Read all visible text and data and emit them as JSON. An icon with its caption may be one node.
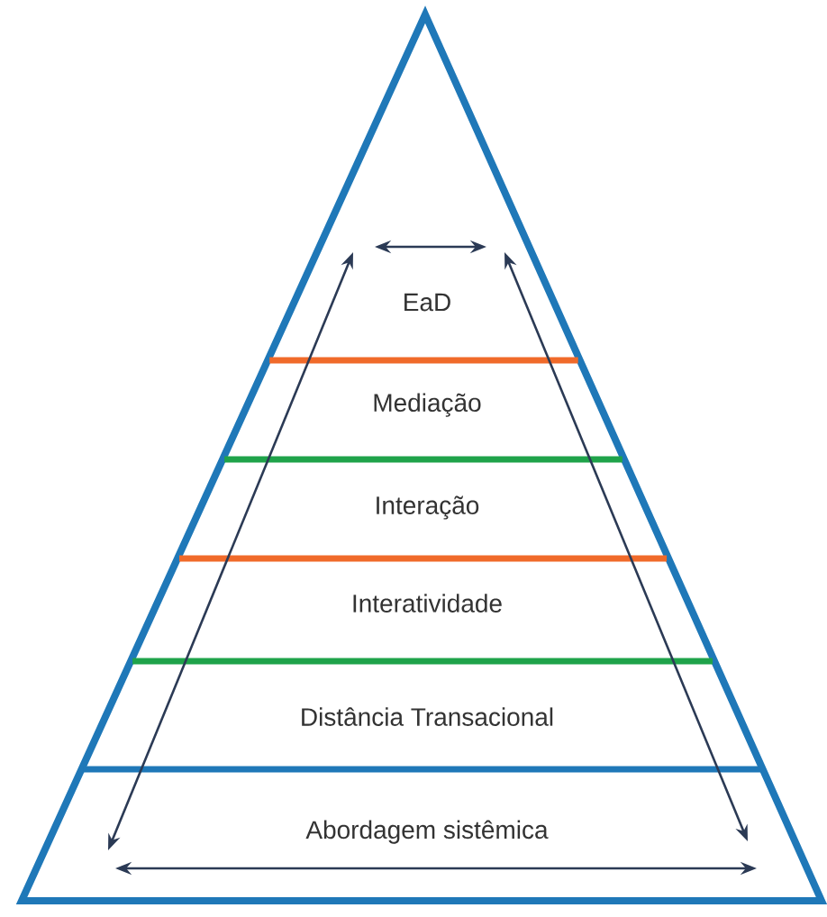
{
  "diagram": {
    "nodes": [
      {
        "text": [],
        "shape": "triangle"
      },
      {
        "text": [
          "EaD"
        ],
        "in": 0
      },
      {
        "text": [
          "Mediação"
        ],
        "in": 0
      },
      {
        "text": [
          "Interação"
        ],
        "in": 0
      },
      {
        "text": [
          "Interatividade"
        ],
        "in": 0
      },
      {
        "text": [
          "Distância Transacional"
        ],
        "in": 0
      },
      {
        "text": [
          "Abordagem sistêmica"
        ],
        "in": 0
      }
    ]
  }
}
